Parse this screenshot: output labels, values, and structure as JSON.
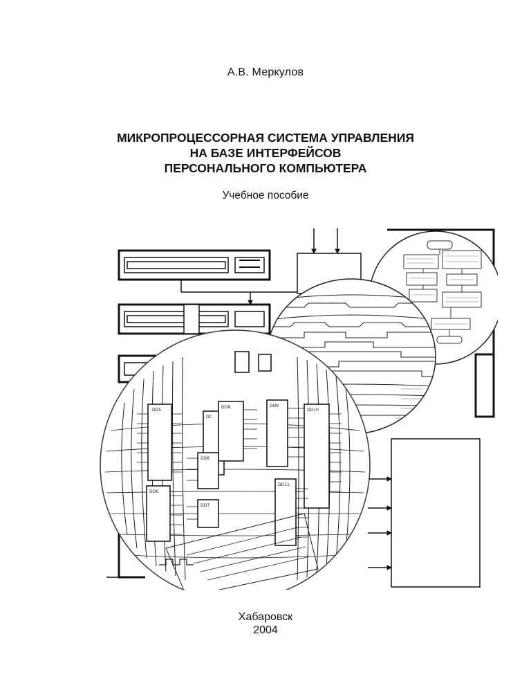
{
  "author": "А.В. Меркулов",
  "title_lines": [
    "МИКРОПРОЦЕССОРНАЯ СИСТЕМА УПРАВЛЕНИЯ",
    "НА БАЗЕ ИНТЕРФЕЙСОВ",
    "ПЕРСОНАЛЬНОГО КОМПЬЮТЕРА"
  ],
  "subtitle": "Учебное пособие",
  "city": "Хабаровск",
  "year": "2004",
  "cover_illustration": {
    "description_icons": [
      "circuit-schematic-sphere",
      "timing-diagram-sphere",
      "flowchart-sphere",
      "block-diagram-background"
    ]
  }
}
